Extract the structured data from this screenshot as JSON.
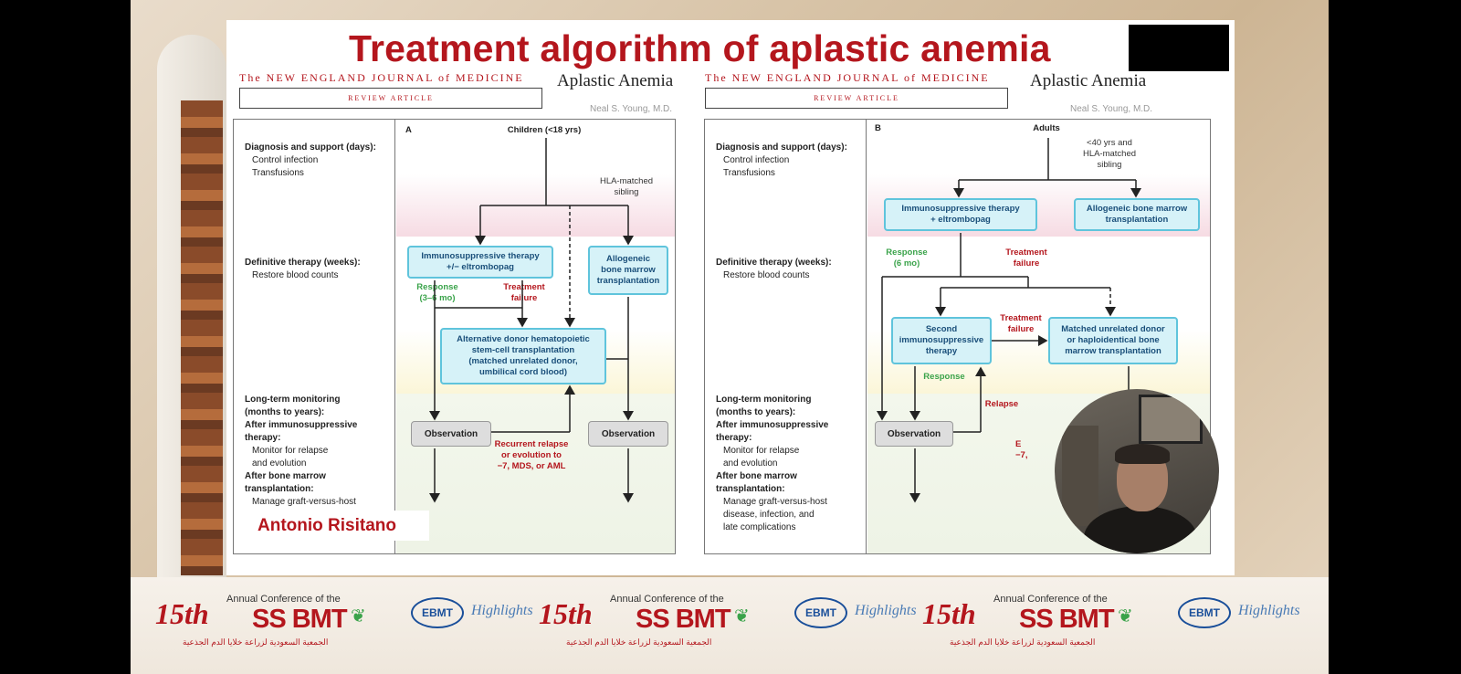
{
  "slide_title": "Treatment algorithm of aplastic anemia",
  "speaker_name": "Antonio Risitano",
  "journal": "The NEW ENGLAND JOURNAL of MEDICINE",
  "review_label": "REVIEW ARTICLE",
  "article_title": "Aplastic Anemia",
  "author": "Neal S. Young, M.D.",
  "left_labels": {
    "diag_title": "Diagnosis and support (days):",
    "diag_1": "Control infection",
    "diag_2": "Transfusions",
    "def_title": "Definitive therapy (weeks):",
    "def_1": "Restore blood counts",
    "long_title_1": "Long-term monitoring",
    "long_title_2": "(months to years):",
    "after_ist_1": "After immunosuppressive",
    "after_ist_2": "therapy:",
    "after_ist_sub_1": "Monitor for relapse",
    "after_ist_sub_2": "and evolution",
    "after_bmt_1": "After bone marrow",
    "after_bmt_2": "transplantation:",
    "after_bmt_sub_1": "Manage graft-versus-host",
    "after_bmt_sub_2": "disease, infection, and",
    "after_bmt_sub_3": "late complications"
  },
  "panel_a": {
    "letter": "A",
    "header": "Children (<18 yrs)",
    "hla_1": "HLA-matched",
    "hla_2": "sibling",
    "ist_1": "Immunosuppressive therapy",
    "ist_2": "+/− eltrombopag",
    "allo_1": "Allogeneic",
    "allo_2": "bone marrow",
    "allo_3": "transplantation",
    "response_1": "Response",
    "response_2": "(3–6 mo)",
    "failure_1": "Treatment",
    "failure_2": "failure",
    "alt_1": "Alternative donor hematopoietic",
    "alt_2": "stem-cell transplantation",
    "alt_3": "(matched unrelated donor,",
    "alt_4": "umbilical cord blood)",
    "observation": "Observation",
    "relapse_1": "Recurrent relapse",
    "relapse_2": "or evolution to",
    "relapse_3": "−7, MDS, or AML"
  },
  "panel_b": {
    "letter": "B",
    "header": "Adults",
    "cond_1": "<40 yrs and",
    "cond_2": "HLA-matched",
    "cond_3": "sibling",
    "ist_1": "Immunosuppressive therapy",
    "ist_2": "+ eltrombopag",
    "allo_1": "Allogeneic bone marrow",
    "allo_2": "transplantation",
    "response_1": "Response",
    "response_2": "(6 mo)",
    "failure_1": "Treatment",
    "failure_2": "failure",
    "second_1": "Second",
    "second_2": "immunosuppressive",
    "second_3": "therapy",
    "failure2_1": "Treatment",
    "failure2_2": "failure",
    "mud_1": "Matched unrelated donor",
    "mud_2": "or haploidentical bone",
    "mud_3": "marrow transplantation",
    "response_b": "Response",
    "relapse": "Relapse",
    "observation": "Observation",
    "evol_1": "E",
    "evol_2": "−7,"
  },
  "footer": {
    "num": "15th",
    "annual": "Annual Conference of the",
    "ssbmt": "SS BMT",
    "arabic": "الجمعية السعودية لزراعة خلايا الدم الجذعية",
    "ebmt": "EBMT",
    "highlights": "Highlights"
  },
  "colors": {
    "title_red": "#b4161d",
    "box_fill": "#d6f2f8",
    "box_border": "#5fc4dc",
    "green_label": "#3aa34a"
  }
}
